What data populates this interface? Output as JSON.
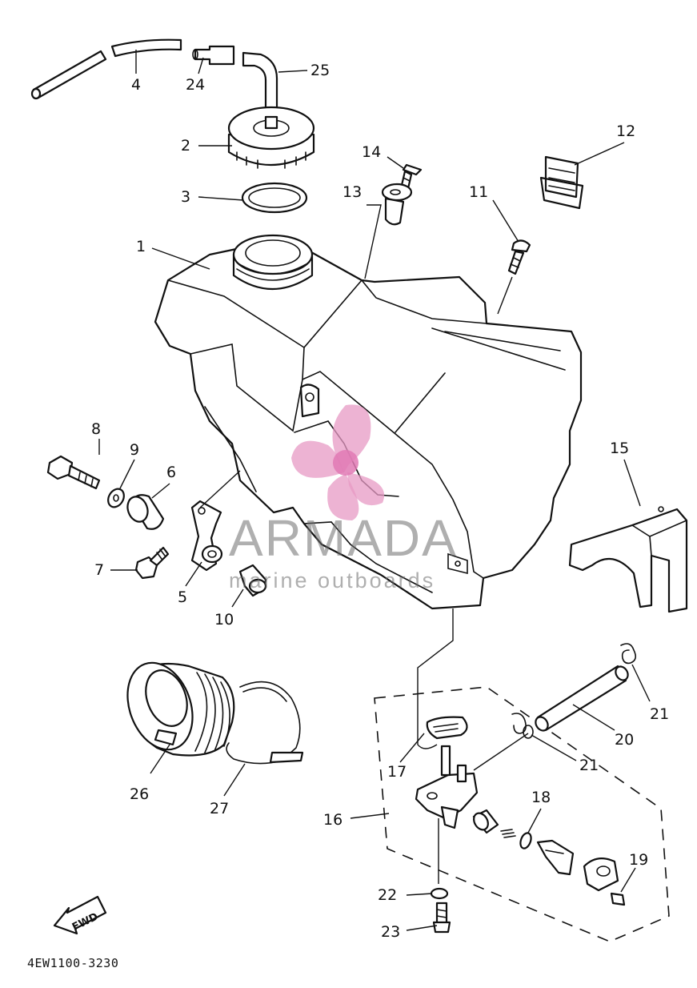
{
  "diagram": {
    "part_code": "4EW1100-3230",
    "fwd_label": "FWD",
    "callouts": [
      "1",
      "2",
      "3",
      "4",
      "5",
      "6",
      "7",
      "8",
      "9",
      "10",
      "11",
      "12",
      "13",
      "14",
      "15",
      "16",
      "17",
      "18",
      "19",
      "20",
      "21",
      "21",
      "22",
      "23",
      "24",
      "25",
      "26",
      "27"
    ]
  },
  "watermark": {
    "title": "ARMADA",
    "subtitle": "marine outboards",
    "logo_color": "#e79ac4",
    "text_color": "#6e6e6e"
  }
}
